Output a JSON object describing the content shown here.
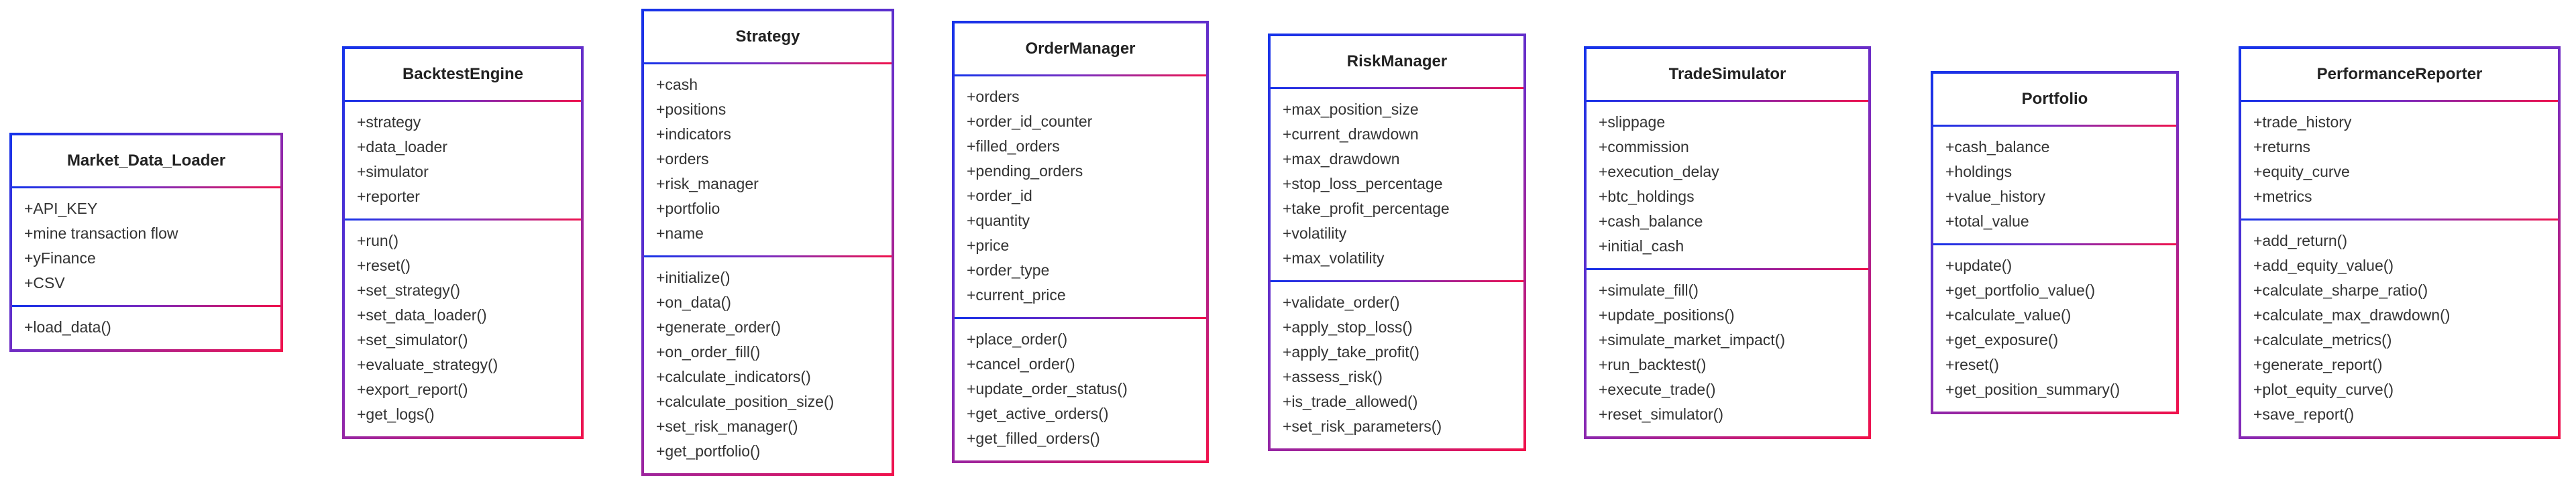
{
  "classes": [
    {
      "id": "market-data-loader",
      "name": "Market_Data_Loader",
      "attributes": [
        "+API_KEY",
        "+mine transaction flow",
        "+yFinance",
        "+CSV"
      ],
      "methods": [
        "+load_data()"
      ]
    },
    {
      "id": "backtest-engine",
      "name": "BacktestEngine",
      "attributes": [
        "+strategy",
        "+data_loader",
        "+simulator",
        "+reporter"
      ],
      "methods": [
        "+run()",
        "+reset()",
        "+set_strategy()",
        "+set_data_loader()",
        "+set_simulator()",
        "+evaluate_strategy()",
        "+export_report()",
        "+get_logs()"
      ]
    },
    {
      "id": "strategy",
      "name": "Strategy",
      "attributes": [
        "+cash",
        "+positions",
        "+indicators",
        "+orders",
        "+risk_manager",
        "+portfolio",
        "+name"
      ],
      "methods": [
        "+initialize()",
        "+on_data()",
        "+generate_order()",
        "+on_order_fill()",
        "+calculate_indicators()",
        "+calculate_position_size()",
        "+set_risk_manager()",
        "+get_portfolio()"
      ]
    },
    {
      "id": "order-manager",
      "name": "OrderManager",
      "attributes": [
        "+orders",
        "+order_id_counter",
        "+filled_orders",
        "+pending_orders",
        "+order_id",
        "+quantity",
        "+price",
        "+order_type",
        "+current_price"
      ],
      "methods": [
        "+place_order()",
        "+cancel_order()",
        "+update_order_status()",
        "+get_active_orders()",
        "+get_filled_orders()"
      ]
    },
    {
      "id": "risk-manager",
      "name": "RiskManager",
      "attributes": [
        "+max_position_size",
        "+current_drawdown",
        "+max_drawdown",
        "+stop_loss_percentage",
        "+take_profit_percentage",
        "+volatility",
        "+max_volatility"
      ],
      "methods": [
        "+validate_order()",
        "+apply_stop_loss()",
        "+apply_take_profit()",
        "+assess_risk()",
        "+is_trade_allowed()",
        "+set_risk_parameters()"
      ]
    },
    {
      "id": "trade-simulator",
      "name": "TradeSimulator",
      "attributes": [
        "+slippage",
        "+commission",
        "+execution_delay",
        "+btc_holdings",
        "+cash_balance",
        "+initial_cash"
      ],
      "methods": [
        "+simulate_fill()",
        "+update_positions()",
        "+simulate_market_impact()",
        "+run_backtest()",
        "+execute_trade()",
        "+reset_simulator()"
      ]
    },
    {
      "id": "portfolio",
      "name": "Portfolio",
      "attributes": [
        "+cash_balance",
        "+holdings",
        "+value_history",
        "+total_value"
      ],
      "methods": [
        "+update()",
        "+get_portfolio_value()",
        "+calculate_value()",
        "+get_exposure()",
        "+reset()",
        "+get_position_summary()"
      ]
    },
    {
      "id": "performance-reporter",
      "name": "PerformanceReporter",
      "attributes": [
        "+trade_history",
        "+returns",
        "+equity_curve",
        "+metrics"
      ],
      "methods": [
        "+add_return()",
        "+add_equity_value()",
        "+calculate_sharpe_ratio()",
        "+calculate_max_drawdown()",
        "+calculate_metrics()",
        "+generate_report()",
        "+plot_equity_curve()",
        "+save_report()"
      ]
    }
  ]
}
